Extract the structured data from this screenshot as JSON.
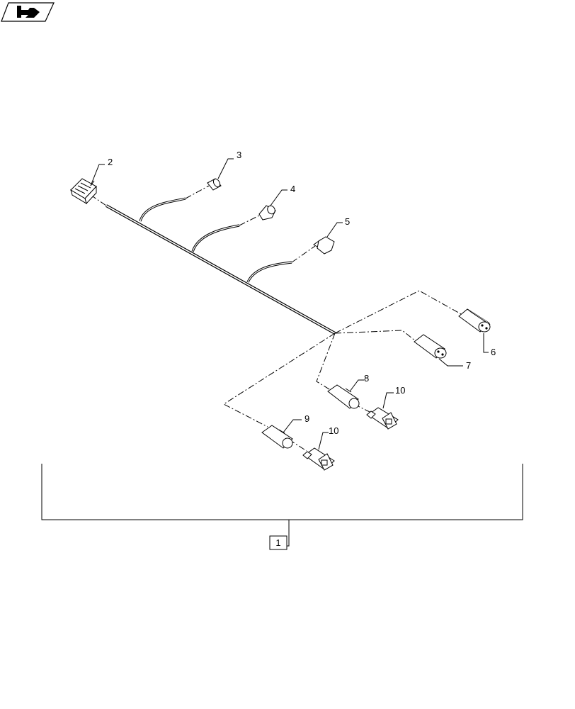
{
  "figure": {
    "callouts": [
      "1",
      "2",
      "3",
      "4",
      "5",
      "6",
      "7",
      "8",
      "9",
      "10",
      "10"
    ]
  }
}
